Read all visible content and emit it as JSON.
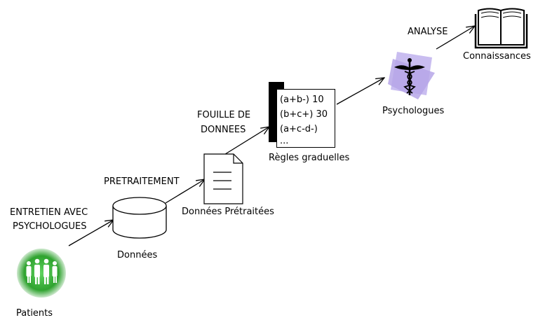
{
  "nodes": {
    "patients": "Patients",
    "donnees": "Données",
    "donnees_pretraitees": "Données Prétraitées",
    "regles": "Règles graduelles",
    "psychologues": "Psychologues",
    "connaissances": "Connaissances"
  },
  "edges": {
    "entretien_line1": "ENTRETIEN AVEC",
    "entretien_line2": "PSYCHOLOGUES",
    "pretraitement": "PRETRAITEMENT",
    "fouille_line1": "FOUILLE DE",
    "fouille_line2": "DONNEES",
    "analyse": "ANALYSE"
  },
  "rules_list": [
    "(a+b-) 10",
    "(b+c+) 30",
    "(a+c-d-)",
    "..."
  ],
  "colors": {
    "patients_green": "#2fa32f",
    "caduceus_purple": "#b6a6e8"
  }
}
